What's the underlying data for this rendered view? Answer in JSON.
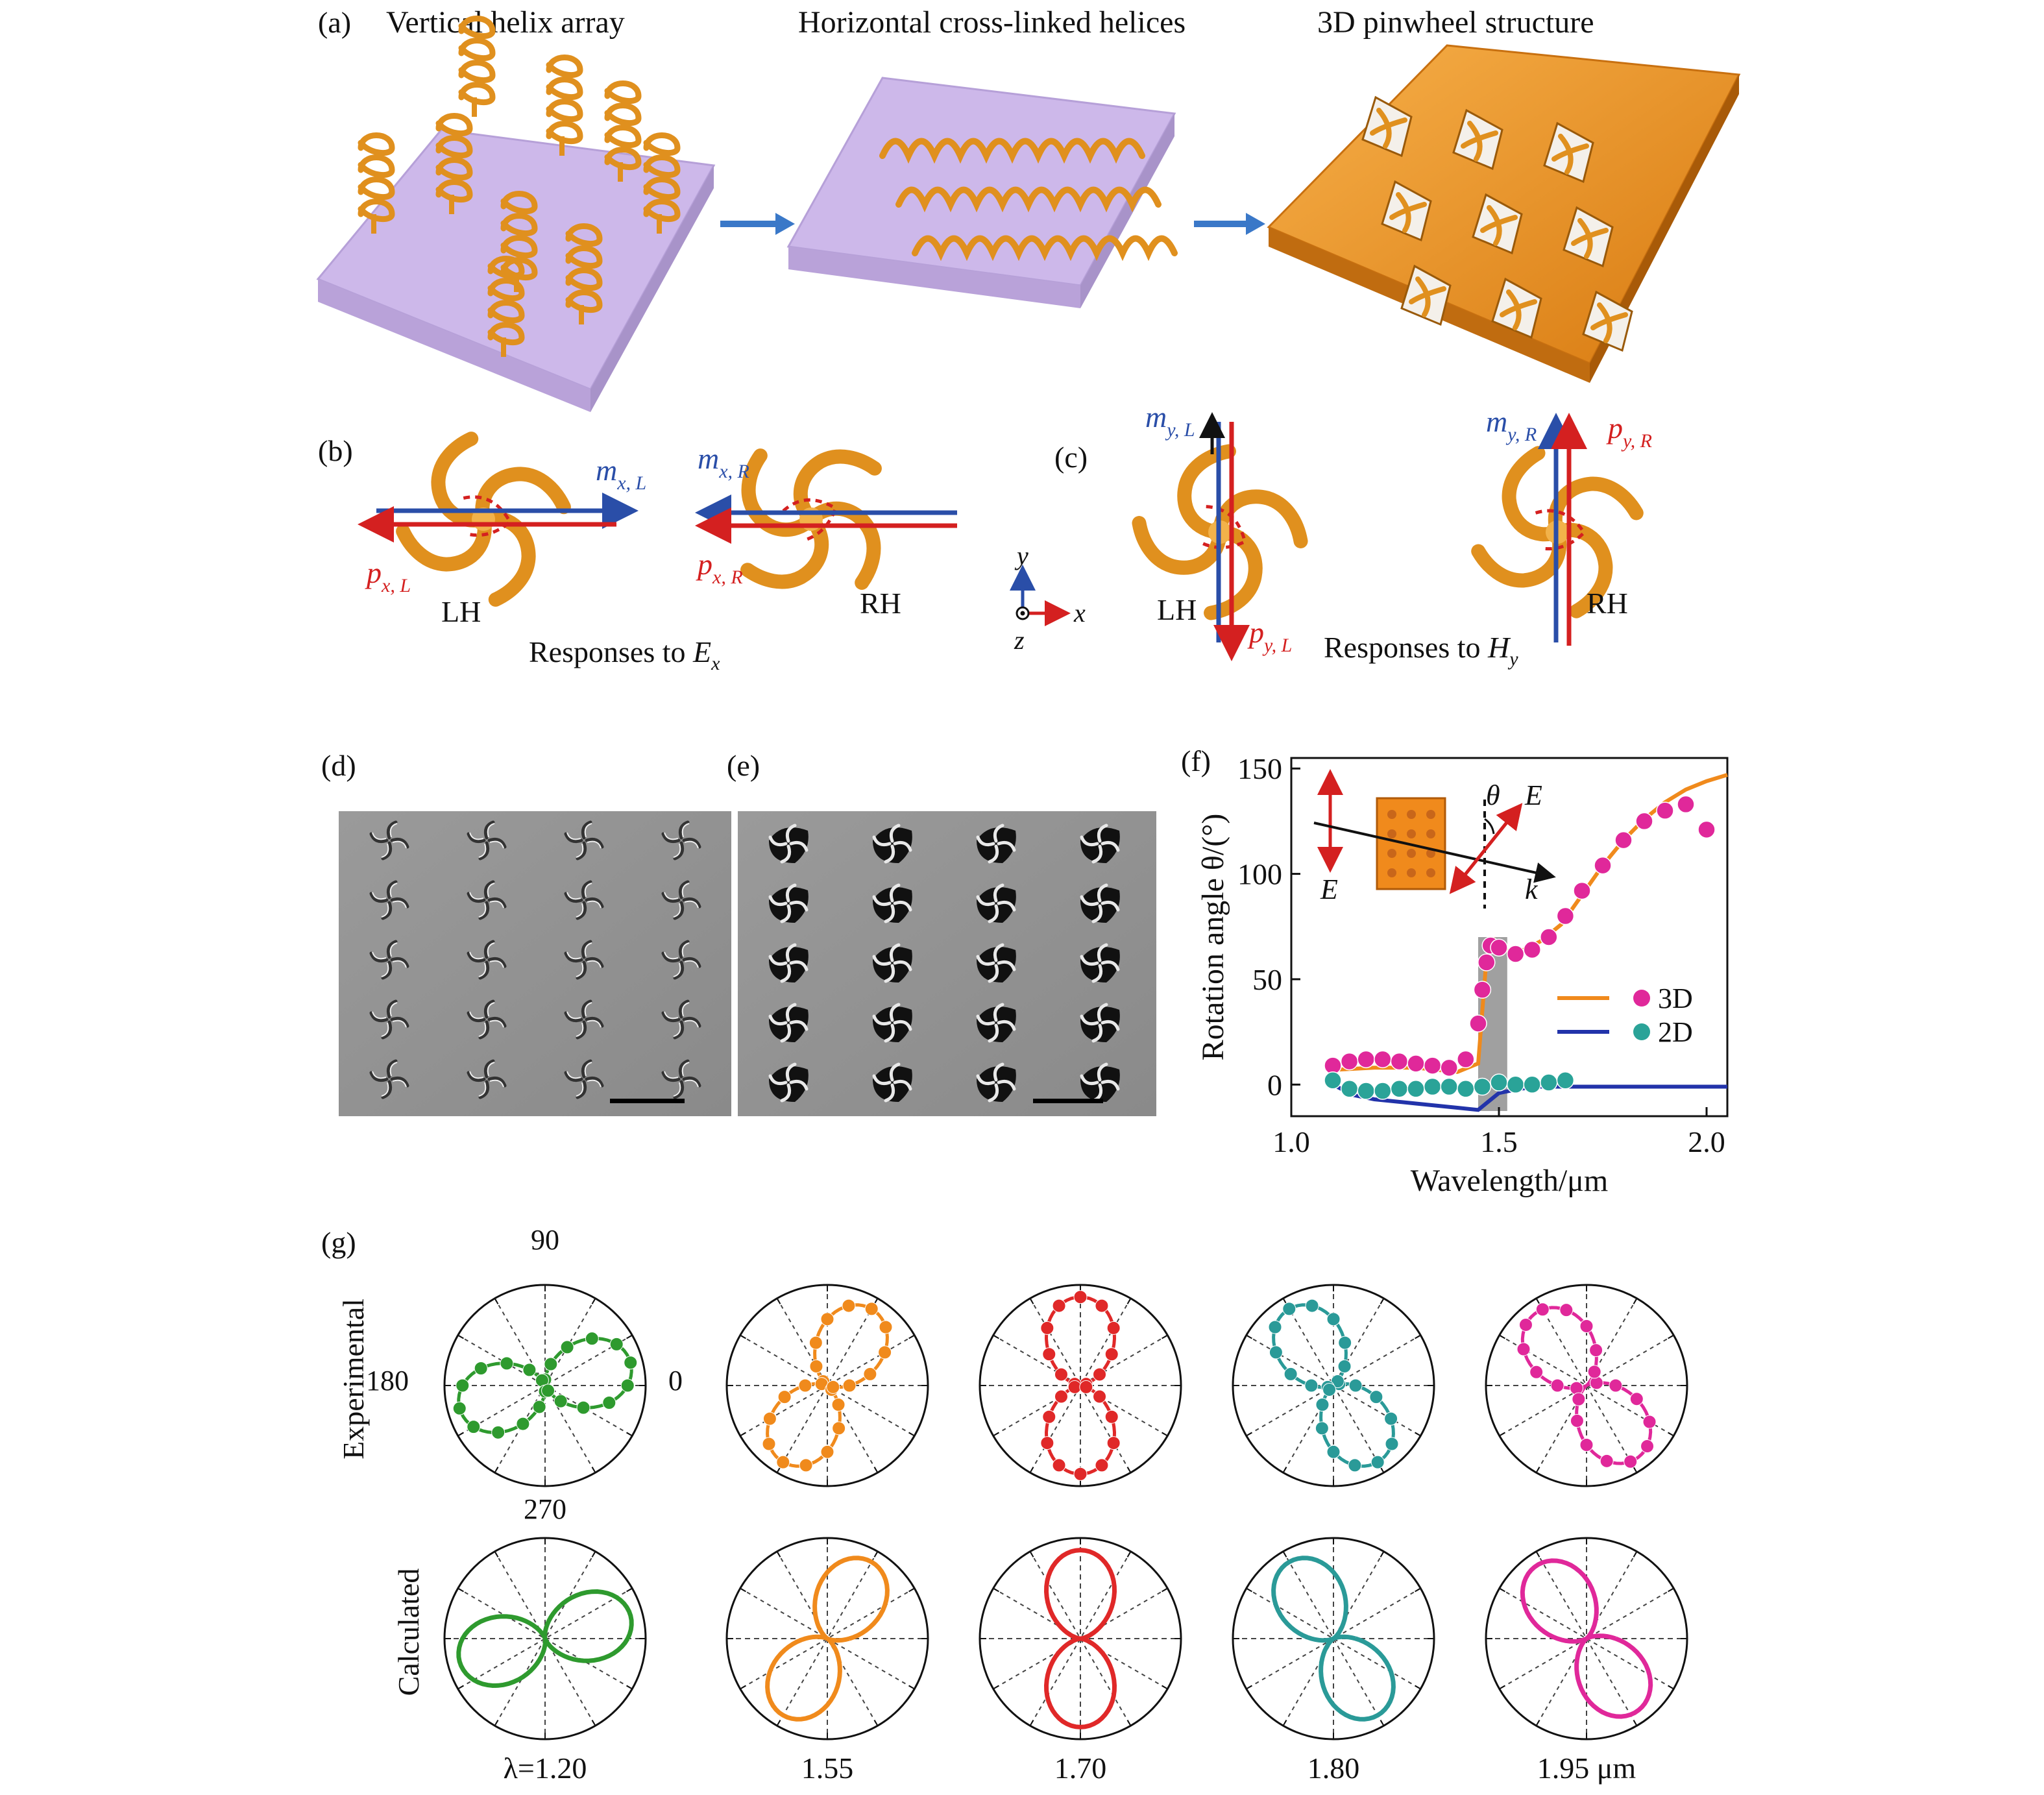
{
  "panel_a": {
    "label": "(a)",
    "titles": [
      "Vertical helix array",
      "Horizontal cross-linked helices",
      "3D pinwheel structure"
    ]
  },
  "panel_b": {
    "label": "(b)",
    "m_left": "m",
    "m_left_sub": "x, L",
    "m_right": "m",
    "m_right_sub": "x, R",
    "p_left": "p",
    "p_left_sub": "x, L",
    "p_right": "p",
    "p_right_sub": "x, R",
    "lh": "LH",
    "rh": "RH",
    "caption_prefix": "Responses to ",
    "caption_var": "E",
    "caption_sub": "x"
  },
  "axes_glyph": {
    "y": "y",
    "x": "x",
    "z": "z"
  },
  "panel_c": {
    "label": "(c)",
    "m_left": "m",
    "m_left_sub": "y, L",
    "m_right": "m",
    "m_right_sub": "y, R",
    "p_left": "p",
    "p_left_sub": "y, L",
    "p_right": "p",
    "p_right_sub": "y, R",
    "lh": "LH",
    "rh": "RH",
    "caption_prefix": "Responses to ",
    "caption_var": "H",
    "caption_sub": "y"
  },
  "panel_d": {
    "label": "(d)"
  },
  "panel_e": {
    "label": "(e)"
  },
  "panel_f": {
    "label": "(f)",
    "inset": {
      "e_left": "E",
      "e_right": "E",
      "theta": "θ",
      "k": "k"
    },
    "legend": [
      "3D",
      "2D"
    ],
    "colors": {
      "3D_line": "#f08a1c",
      "3D_marker": "#e0289a",
      "2D_line": "#2233aa",
      "2D_marker": "#2aa398",
      "band": "#a0a0a0"
    }
  },
  "panel_g": {
    "label": "(g)",
    "row_labels": [
      "Experimental",
      "Calculated"
    ],
    "angle_labels": [
      "90",
      "180",
      "0",
      "270"
    ],
    "wavelength_labels": [
      "λ=1.20",
      "1.55",
      "1.70",
      "1.80",
      "1.95 μm"
    ],
    "colors": [
      "#2e9a2e",
      "#f08a1c",
      "#e02828",
      "#2a9a98",
      "#e0289a"
    ]
  },
  "chart_data": [
    {
      "type": "scatter",
      "xlabel": "Wavelength/μm",
      "ylabel": "Rotation angle θ/(°)",
      "xlim": [
        1.0,
        2.05
      ],
      "ylim": [
        -15,
        155
      ],
      "xticks": [
        "1.0",
        "1.5",
        "2.0"
      ],
      "yticks": [
        "0",
        "50",
        "100",
        "150"
      ],
      "highlight_band": [
        1.45,
        1.52
      ],
      "series": [
        {
          "name": "3D",
          "kind": "line",
          "color": "#f08a1c",
          "x": [
            1.1,
            1.2,
            1.3,
            1.4,
            1.45,
            1.47,
            1.49,
            1.5,
            1.55,
            1.6,
            1.65,
            1.7,
            1.75,
            1.8,
            1.85,
            1.9,
            1.95,
            2.0,
            2.05
          ],
          "y": [
            7,
            8,
            8,
            6,
            10,
            60,
            68,
            64,
            63,
            68,
            76,
            90,
            104,
            116,
            126,
            134,
            140,
            144,
            147
          ]
        },
        {
          "name": "3D",
          "kind": "markers",
          "color": "#e0289a",
          "x": [
            1.1,
            1.14,
            1.18,
            1.22,
            1.26,
            1.3,
            1.34,
            1.38,
            1.42,
            1.45,
            1.46,
            1.47,
            1.48,
            1.5,
            1.54,
            1.58,
            1.62,
            1.66,
            1.7,
            1.75,
            1.8,
            1.85,
            1.9,
            1.95,
            2.0
          ],
          "y": [
            9,
            11,
            12,
            12,
            11,
            10,
            9,
            8,
            12,
            29,
            45,
            58,
            66,
            65,
            62,
            64,
            70,
            80,
            92,
            104,
            116,
            125,
            130,
            133,
            121
          ]
        },
        {
          "name": "2D",
          "kind": "line",
          "color": "#2233aa",
          "x": [
            1.1,
            1.15,
            1.2,
            1.3,
            1.4,
            1.45,
            1.5,
            1.55,
            1.6,
            1.7,
            1.8,
            1.9,
            2.05
          ],
          "y": [
            0,
            -5,
            -7,
            -9,
            -11,
            -12,
            -4,
            -2,
            -1,
            -1,
            -1,
            -1,
            -1
          ]
        },
        {
          "name": "2D",
          "kind": "markers",
          "color": "#2aa398",
          "x": [
            1.1,
            1.14,
            1.18,
            1.22,
            1.26,
            1.3,
            1.34,
            1.38,
            1.42,
            1.46,
            1.5,
            1.54,
            1.58,
            1.62,
            1.66
          ],
          "y": [
            2,
            -2,
            -3,
            -3,
            -2,
            -2,
            -1,
            -1,
            -2,
            -1,
            1,
            0,
            0,
            1,
            2
          ]
        }
      ]
    },
    {
      "type": "polar",
      "description_rows": [
        "Experimental",
        "Calculated"
      ],
      "wavelengths_um": [
        1.2,
        1.55,
        1.7,
        1.8,
        1.95
      ],
      "lobe_axis_deg": [
        15,
        60,
        90,
        120,
        125
      ]
    }
  ]
}
